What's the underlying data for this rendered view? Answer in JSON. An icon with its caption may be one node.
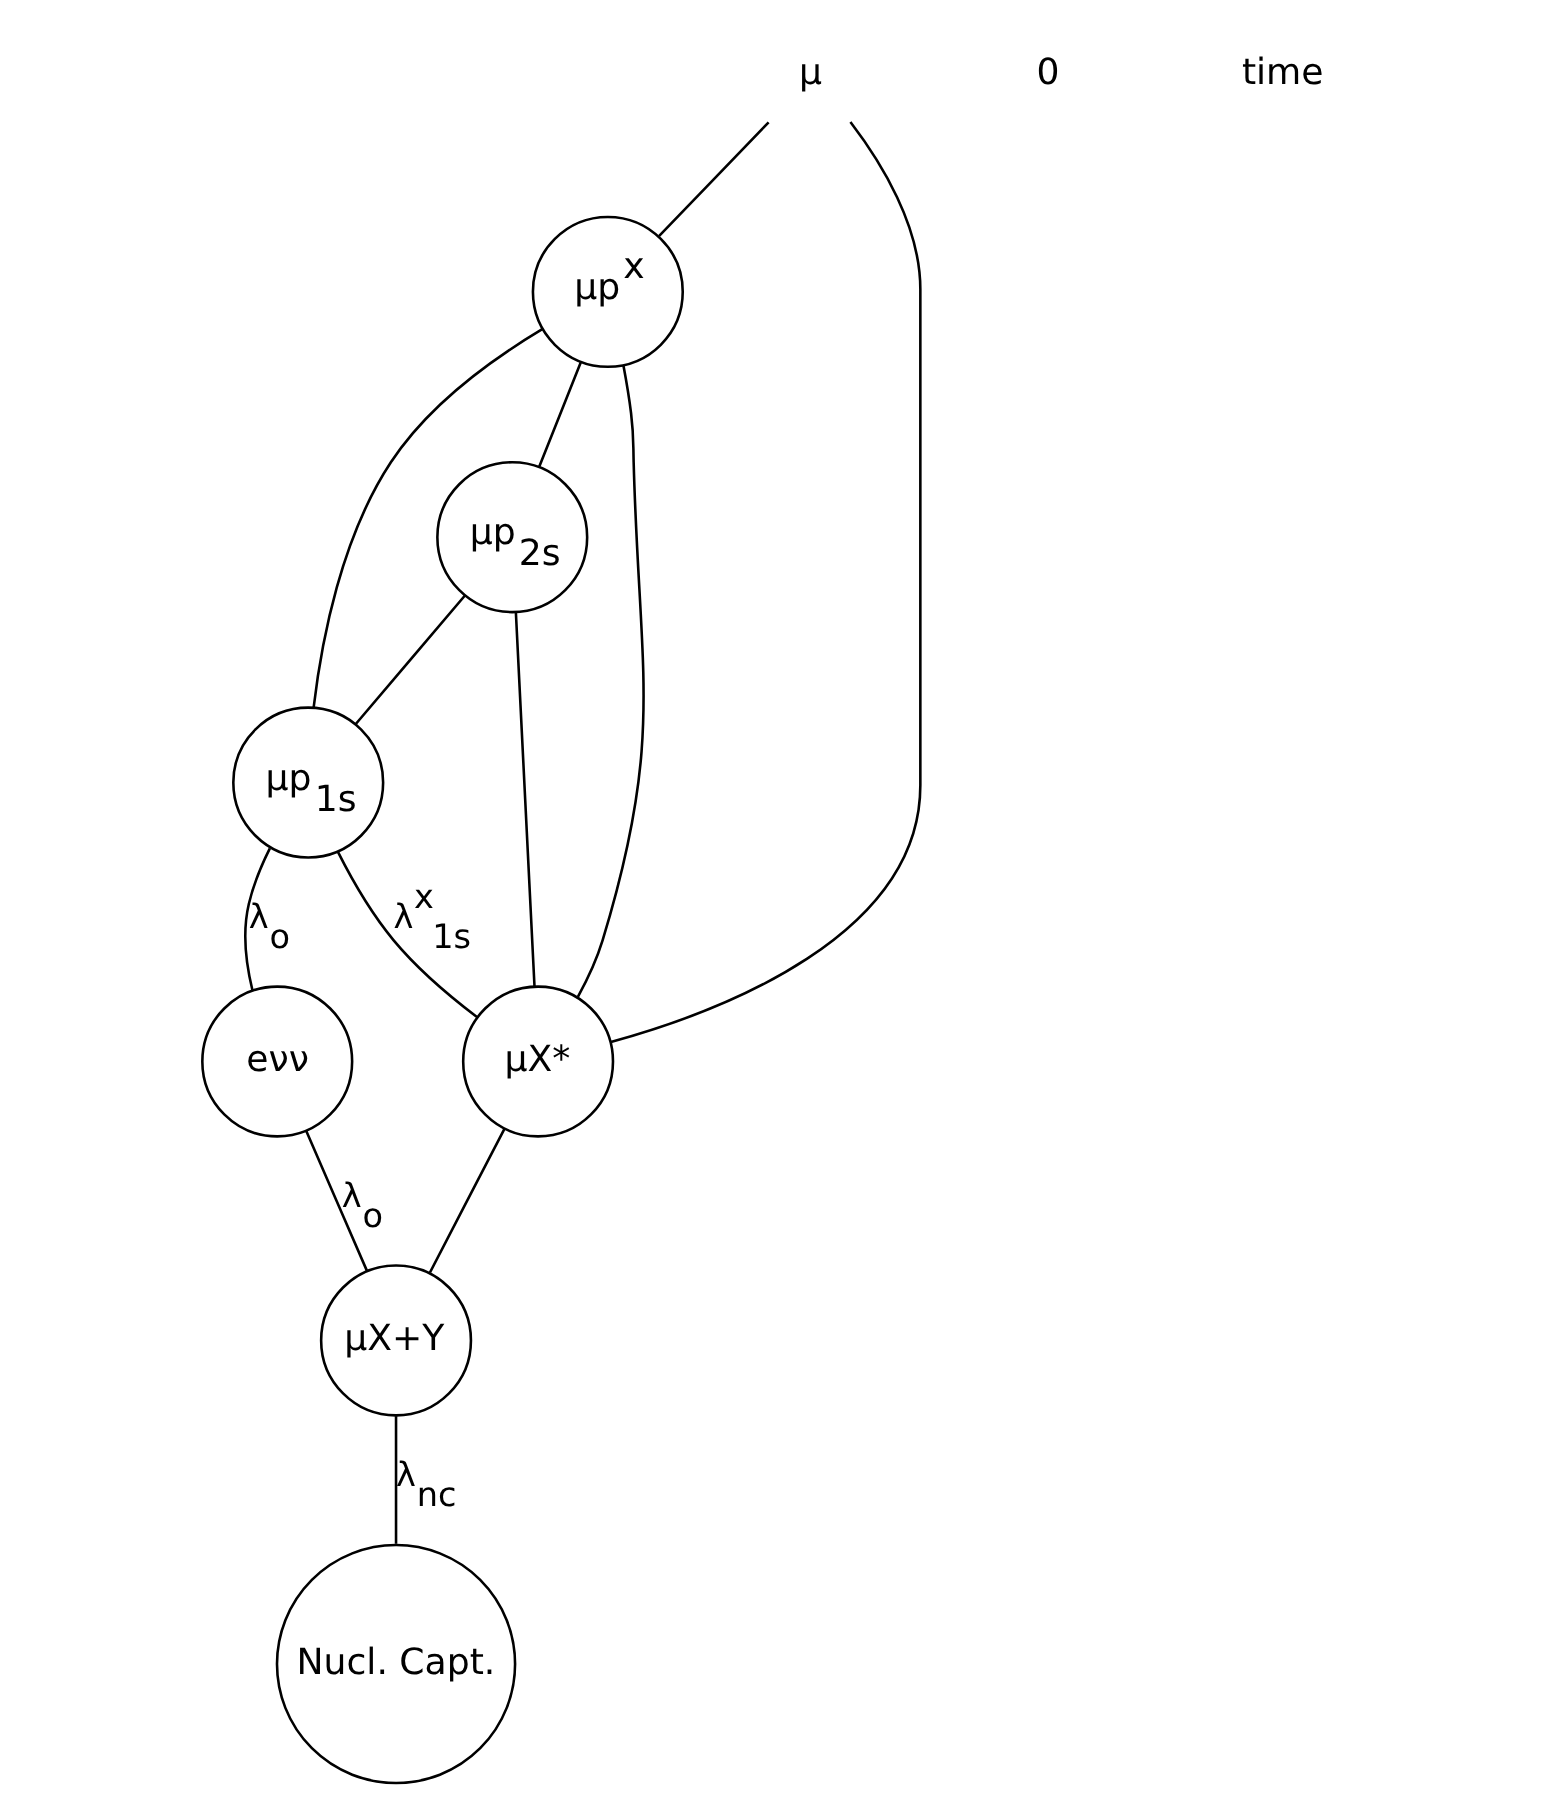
{
  "diagram": {
    "nodes": [
      {
        "text": [
          "μ"
        ]
      },
      {
        "text": [
          "μp$^{x}$"
        ]
      },
      {
        "text": [
          "μp$_{2s}$"
        ]
      },
      {
        "text": [
          "μp$_{1s}$"
        ]
      },
      {
        "text": [
          "μX*"
        ]
      },
      {
        "text": [
          "μX+Y"
        ]
      },
      {
        "text": [
          "eνν"
        ]
      },
      {
        "text": [
          "Nucl. Capt."
        ]
      }
    ],
    "edges": [
      {
        "from": 0,
        "to": 1,
        "arrow": "none"
      },
      {
        "from": 0,
        "to": 4,
        "arrow": "none"
      },
      {
        "from": 1,
        "to": 3,
        "arrow": "none"
      },
      {
        "from": 1,
        "to": 2,
        "arrow": "none"
      },
      {
        "from": 1,
        "to": 4,
        "arrow": "none"
      },
      {
        "from": 2,
        "to": 3,
        "arrow": "none"
      },
      {
        "from": 2,
        "to": 4,
        "arrow": "none"
      },
      {
        "from": 3,
        "to": 4,
        "label": "λ$^{x}$$_{1s}$",
        "arrow": "none"
      },
      {
        "from": 3,
        "to": 6,
        "label": "λ$_{o}$",
        "arrow": "none"
      },
      {
        "from": 6,
        "to": 5,
        "label": "λ$_{o}$",
        "arrow": "none"
      },
      {
        "from": 4,
        "to": 5,
        "arrow": "none"
      },
      {
        "from": 5,
        "to": 7,
        "label": "λ$_{nc}$",
        "arrow": "none"
      }
    ],
    "labels": [
      "0",
      "time"
    ]
  }
}
